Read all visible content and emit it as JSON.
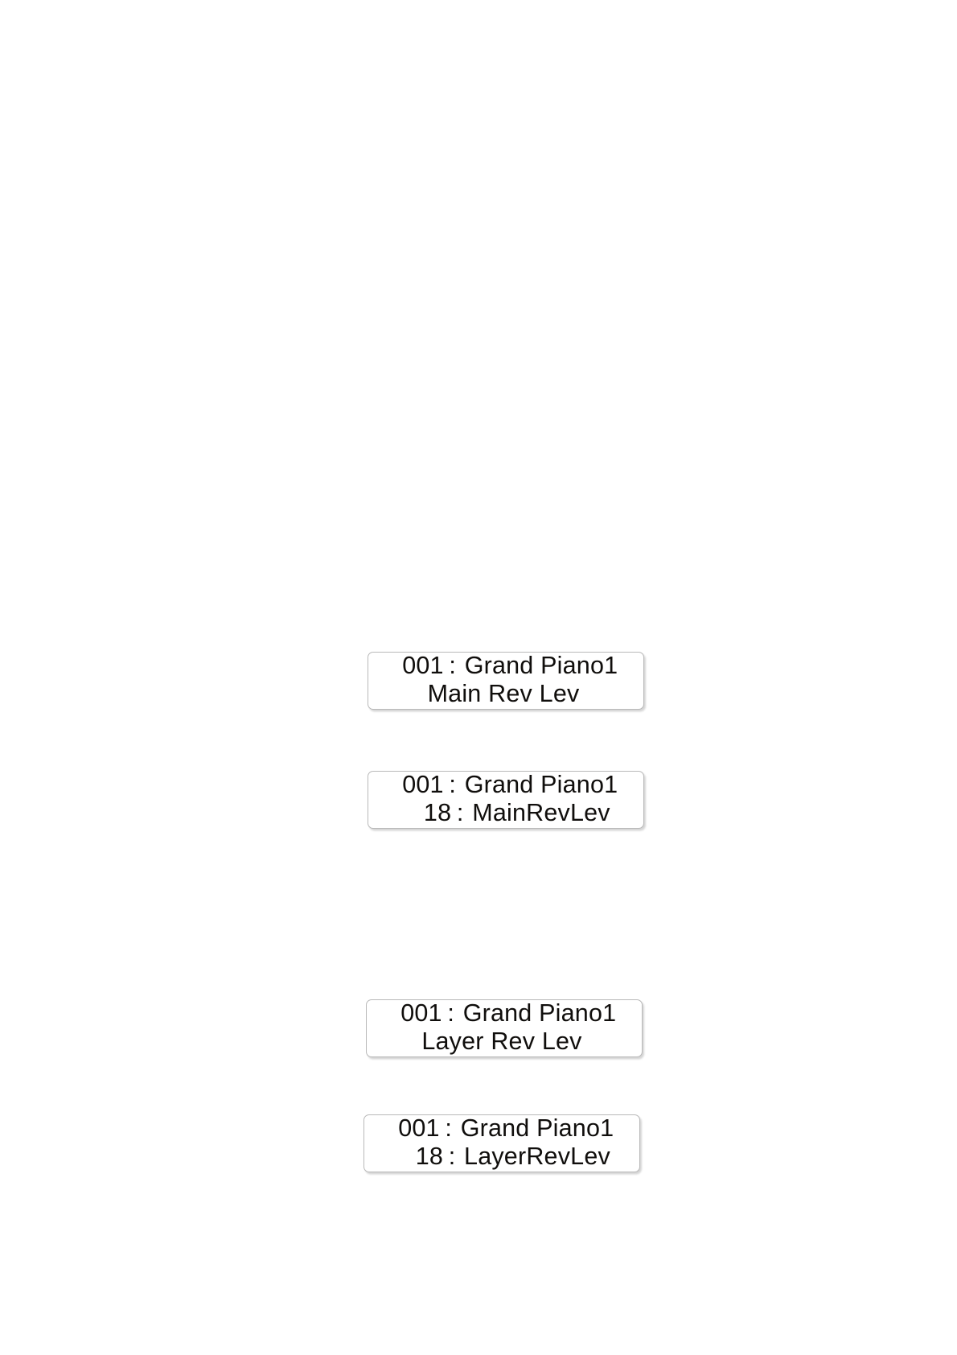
{
  "page": {
    "background_color": "#ffffff",
    "text_color": "#100e0c",
    "panel_border_color": "#b9b9b9"
  },
  "panels": [
    {
      "id": "main-rev-lev",
      "line1": {
        "index": "001",
        "colon": ":",
        "value": "Grand Piano1"
      },
      "line2": {
        "caption": "Main Rev Lev"
      }
    },
    {
      "id": "main-rev-lev-num",
      "line1": {
        "index": "001",
        "colon": ":",
        "value": "Grand Piano1"
      },
      "line2": {
        "index": "18",
        "colon": ":",
        "value": "MainRevLev"
      }
    },
    {
      "id": "layer-rev-lev",
      "line1": {
        "index": "001",
        "colon": ":",
        "value": "Grand Piano1"
      },
      "line2": {
        "caption": "Layer Rev Lev"
      }
    },
    {
      "id": "layer-rev-lev-num",
      "line1": {
        "index": "001",
        "colon": ":",
        "value": "Grand Piano1"
      },
      "line2": {
        "index": "18",
        "colon": ":",
        "value": "LayerRevLev"
      }
    }
  ]
}
